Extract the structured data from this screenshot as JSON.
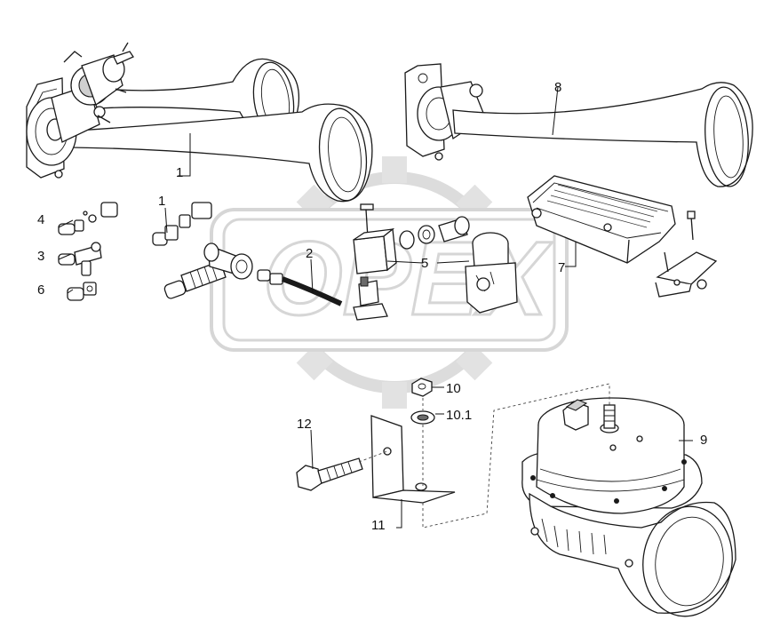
{
  "watermark": {
    "text": "OPEX"
  },
  "labels": {
    "horn_pair_left": "1",
    "fitting_1": "1",
    "hose": "2",
    "tee_3": "3",
    "fitting_4": "4",
    "valve_5": "5",
    "fitting_6": "6",
    "button_7": "7",
    "horn_single": "8",
    "electric_horn": "9",
    "nut_10": "10",
    "washer_10_1": "10.1",
    "bracket_11": "11",
    "bolt_12": "12"
  },
  "colors": {
    "line": "#1a1a1a",
    "watermark": "#d6d6d6",
    "background": "#ffffff"
  }
}
